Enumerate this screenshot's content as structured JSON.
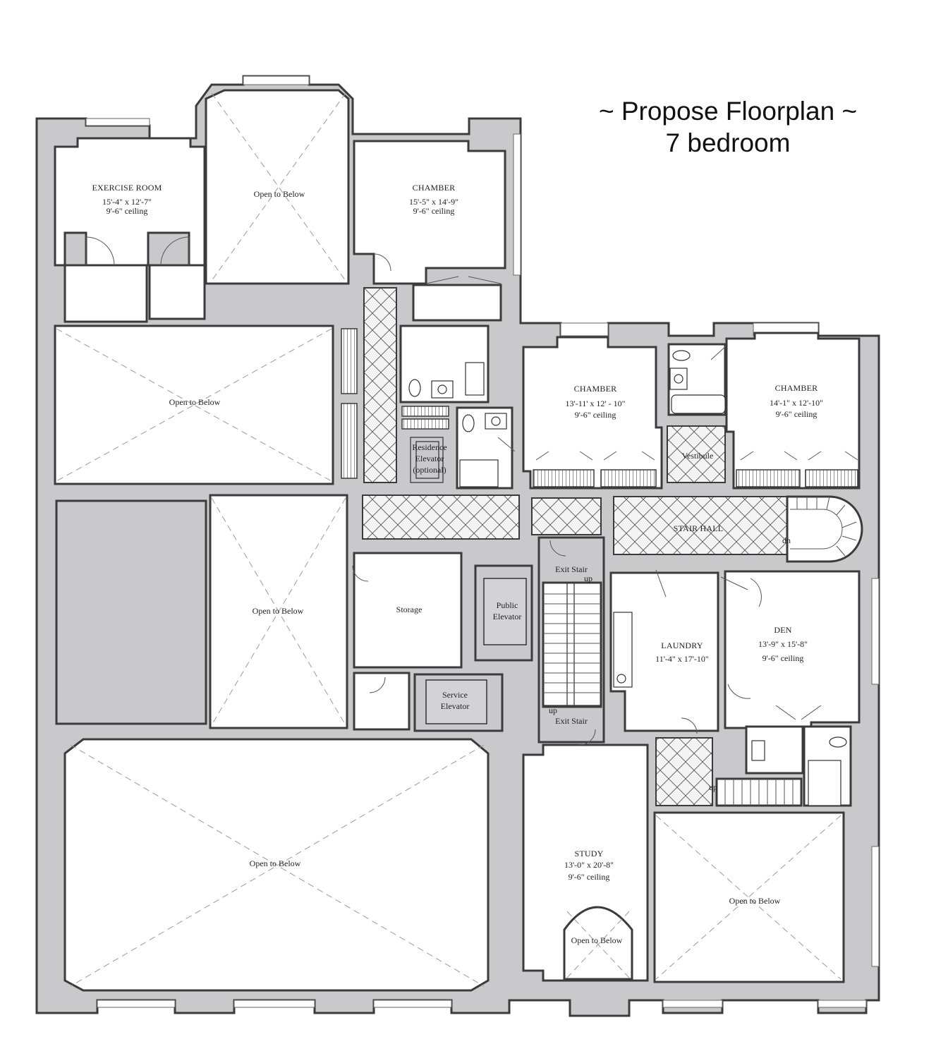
{
  "title": {
    "line1": "~ Propose Floorplan ~",
    "line2": "7 bedroom"
  },
  "rooms": {
    "exercise": {
      "name": "EXERCISE ROOM",
      "size": "15'-4\" x 12'-7\"",
      "ceiling": "9'-6\" ceiling"
    },
    "chamber_top": {
      "name": "CHAMBER",
      "size": "15'-5\" x 14'-9\"",
      "ceiling": "9'-6\" ceiling"
    },
    "chamber_mid": {
      "name": "CHAMBER",
      "size": "13'-11' x 12' - 10\"",
      "ceiling": "9'-6\" ceiling"
    },
    "chamber_right": {
      "name": "CHAMBER",
      "size": "14'-1\" x 12'-10\"",
      "ceiling": "9'-6\" ceiling"
    },
    "laundry": {
      "name": "LAUNDRY",
      "size": "11'-4\" x 17'-10\""
    },
    "den": {
      "name": "DEN",
      "size": "13'-9\" x 15'-8\"",
      "ceiling": "9'-6\" ceiling"
    },
    "study": {
      "name": "STUDY",
      "size": "13'-0\" x 20'-8\"",
      "ceiling": "9'-6\" ceiling"
    },
    "storage": {
      "name": "Storage"
    },
    "vestibule": {
      "name": "Vestibule"
    },
    "stair_hall": {
      "name": "STAIR HALL"
    },
    "exit_stair_top": {
      "name": "Exit Stair"
    },
    "exit_stair_bottom": {
      "name": "Exit Stair"
    },
    "public_elevator": {
      "line1": "Public",
      "line2": "Elevator"
    },
    "service_elevator": {
      "line1": "Service",
      "line2": "Elevator"
    },
    "residence_elevator": {
      "line1": "Residence",
      "line2": "Elevator",
      "line3": "(optional)"
    }
  },
  "voids": {
    "top_center": "Open to Below",
    "left_upper": "Open to Below",
    "center_mid": "Open to Below",
    "bottom_large": "Open to Below",
    "bottom_right": "Open to Below",
    "bay": "Open to Below"
  },
  "stair_marks": {
    "up1": "up",
    "up2": "up",
    "up3": "up",
    "dn": "dn"
  }
}
